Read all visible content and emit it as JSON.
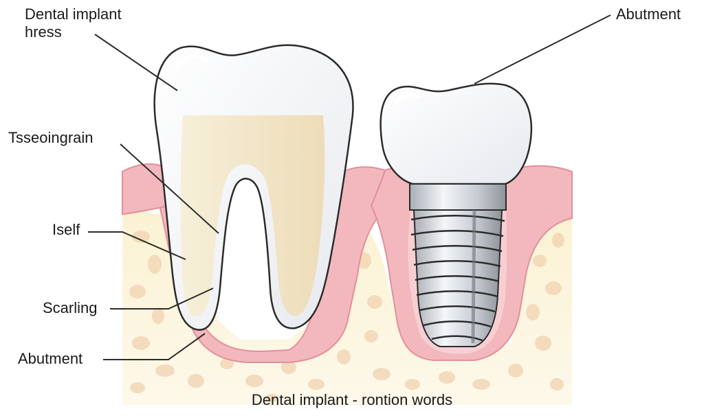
{
  "labels": {
    "top_left_line1": "Dental implant",
    "top_left_line2": "hress",
    "top_right": "Abutment",
    "left_1": "Tsseoingrain",
    "left_2": "Iself",
    "left_3": "Scarling",
    "left_4": "Abutment"
  },
  "caption": "Dental implant - rontion words",
  "colors": {
    "tooth_enamel": "#f7f8fa",
    "tooth_dentin": "#f3ead2",
    "gum": "#f2b8bd",
    "bone": "#fbf2d2",
    "bone_spots": "#f2d7b6",
    "implant_metal": "#c9ced4",
    "outline": "#2b2b2b"
  }
}
